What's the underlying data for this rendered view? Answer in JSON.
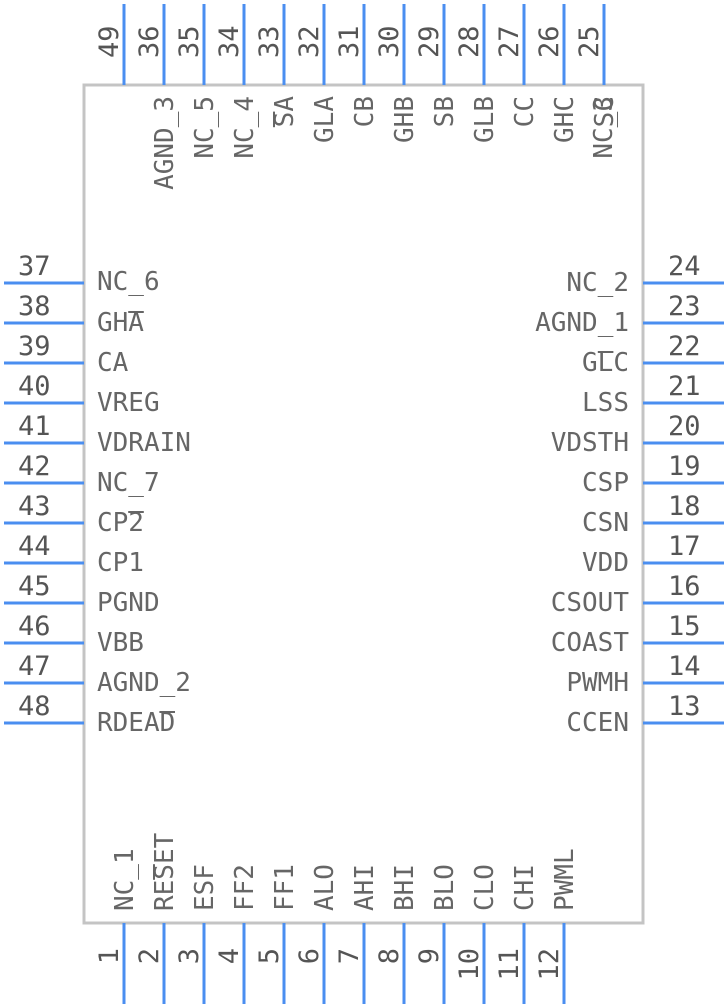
{
  "component": {
    "left_pins": [
      {
        "num": "37",
        "label": "NC_6"
      },
      {
        "num": "38",
        "label": "GHA"
      },
      {
        "num": "39",
        "label": "CA"
      },
      {
        "num": "40",
        "label": "VREG"
      },
      {
        "num": "41",
        "label": "VDRAIN"
      },
      {
        "num": "42",
        "label": "NC_7"
      },
      {
        "num": "43",
        "label": "CP2"
      },
      {
        "num": "44",
        "label": "CP1"
      },
      {
        "num": "45",
        "label": "PGND"
      },
      {
        "num": "46",
        "label": "VBB"
      },
      {
        "num": "47",
        "label": "AGND_2"
      },
      {
        "num": "48",
        "label": "RDEAD"
      }
    ],
    "right_pins": [
      {
        "num": "24",
        "label": "NC_2"
      },
      {
        "num": "23",
        "label": "AGND_1"
      },
      {
        "num": "22",
        "label": "GLC"
      },
      {
        "num": "21",
        "label": "LSS"
      },
      {
        "num": "20",
        "label": "VDSTH"
      },
      {
        "num": "19",
        "label": "CSP"
      },
      {
        "num": "18",
        "label": "CSN"
      },
      {
        "num": "17",
        "label": "VDD"
      },
      {
        "num": "16",
        "label": "CSOUT"
      },
      {
        "num": "15",
        "label": "COAST"
      },
      {
        "num": "14",
        "label": "PWMH"
      },
      {
        "num": "13",
        "label": "CCEN"
      }
    ],
    "top_pins": [
      {
        "num": "49",
        "label": ""
      },
      {
        "num": "36",
        "label": "AGND_3"
      },
      {
        "num": "35",
        "label": "NC_5"
      },
      {
        "num": "34",
        "label": "NC_4"
      },
      {
        "num": "33",
        "label": "SA"
      },
      {
        "num": "32",
        "label": "GLA"
      },
      {
        "num": "31",
        "label": "CB"
      },
      {
        "num": "30",
        "label": "GHB"
      },
      {
        "num": "29",
        "label": "SB"
      },
      {
        "num": "28",
        "label": "GLB"
      },
      {
        "num": "27",
        "label": "CC"
      },
      {
        "num": "26",
        "label": "GHC"
      },
      {
        "num": "25",
        "label": "SC"
      },
      {
        "num": "",
        "label": "NC_3"
      }
    ],
    "bottom_pins": [
      {
        "num": "1",
        "label": "NC_1"
      },
      {
        "num": "2",
        "label": "RESET"
      },
      {
        "num": "3",
        "label": "ESF"
      },
      {
        "num": "4",
        "label": "FF2"
      },
      {
        "num": "5",
        "label": "FF1"
      },
      {
        "num": "6",
        "label": "ALO"
      },
      {
        "num": "7",
        "label": "AHI"
      },
      {
        "num": "8",
        "label": "BHI"
      },
      {
        "num": "9",
        "label": "BLO"
      },
      {
        "num": "10",
        "label": "CLO"
      },
      {
        "num": "11",
        "label": "CHI"
      },
      {
        "num": "12",
        "label": "PWML"
      }
    ],
    "colors": {
      "pin": "#4a8ef0",
      "body_outline": "#c4c4c4",
      "text": "#666666"
    }
  }
}
